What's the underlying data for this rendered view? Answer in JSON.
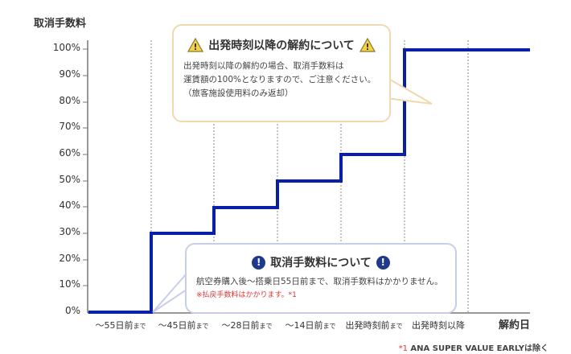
{
  "chart_data": {
    "type": "line",
    "subtype": "step",
    "title": "",
    "ylabel": "取消手数料",
    "xlabel": "解約日",
    "ylim": [
      0,
      100
    ],
    "yticks": [
      "0%",
      "10%",
      "20%",
      "30%",
      "40%",
      "50%",
      "60%",
      "70%",
      "80%",
      "90%",
      "100%"
    ],
    "categories": [
      "〜55日前まで",
      "〜45日前まで",
      "〜28日前まで",
      "〜14日前まで",
      "出発時刻前まで",
      "出発時刻以降"
    ],
    "series": [
      {
        "name": "取消手数料",
        "color": "#0a1fa8",
        "values": [
          0,
          30,
          40,
          50,
          60,
          100
        ]
      }
    ],
    "grid": "vertical dotted",
    "legend": "none"
  },
  "axis": {
    "y_title": "取消手数料",
    "x_end_label": "解約日",
    "x_labels": [
      {
        "main": "〜55日前",
        "suffix": "まで"
      },
      {
        "main": "〜45日前",
        "suffix": "まで"
      },
      {
        "main": "〜28日前",
        "suffix": "まで"
      },
      {
        "main": "〜14日前",
        "suffix": "まで"
      },
      {
        "main": "出発時刻前",
        "suffix": "まで"
      },
      {
        "main": "出発時刻以降",
        "suffix": ""
      }
    ]
  },
  "callout_departure": {
    "title": "出発時刻以降の解約について",
    "line1": "出発時刻以降の解約の場合、取消手数料は",
    "line2": "運賃額の100%となりますので、ご注意ください。",
    "line3": "（旅客施設使用料のみ返却）",
    "icon": "warning-icon"
  },
  "callout_fee": {
    "title": "取消手数料について",
    "line1": "航空券購入後〜搭乗日55日前まで、取消手数料はかかりません。",
    "line2": "※払戻手数料はかかります。*1",
    "icon": "exclamation-icon"
  },
  "footnote": {
    "mark": "*1",
    "text": "ANA SUPER VALUE EARLYは除く"
  },
  "colors": {
    "line": "#0a1fa8",
    "callout_warn_border": "#f0d9ae",
    "callout_info_border": "#c8cdea",
    "info_icon": "#1f3a8c",
    "warn_icon": "#f3d24a",
    "red": "#d33333"
  }
}
